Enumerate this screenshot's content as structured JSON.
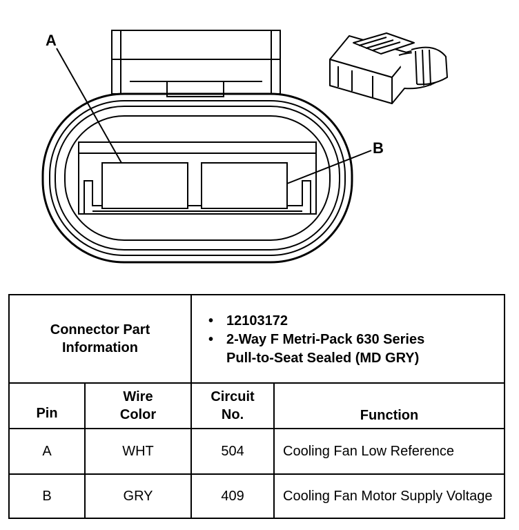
{
  "diagram": {
    "callout_a": "A",
    "callout_b": "B"
  },
  "table": {
    "connector_label": "Connector Part Information",
    "part_info": [
      "12103172",
      "2-Way F Metri-Pack 630 Series Pull-to-Seat Sealed (MD GRY)"
    ],
    "headers": {
      "pin": "Pin",
      "wire_color": "Wire Color",
      "circuit_no": "Circuit No.",
      "function": "Function"
    },
    "rows": [
      {
        "pin": "A",
        "wire_color": "WHT",
        "circuit": "504",
        "function": "Cooling Fan Low Reference"
      },
      {
        "pin": "B",
        "wire_color": "GRY",
        "circuit": "409",
        "function": "Cooling Fan Motor Supply Voltage"
      }
    ]
  }
}
